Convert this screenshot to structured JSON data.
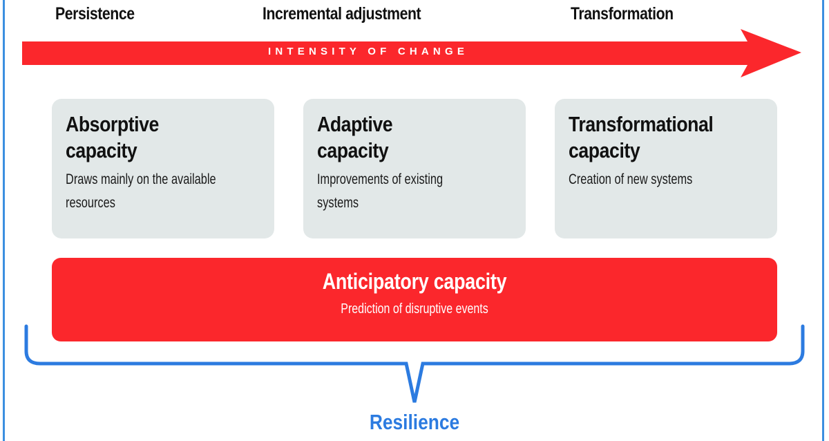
{
  "stages": [
    {
      "label": "Persistence"
    },
    {
      "label": "Incremental adjustment"
    },
    {
      "label": "Transformation"
    }
  ],
  "arrow": {
    "label": "INTENSITY OF CHANGE",
    "color": "#fb272c"
  },
  "capacities": [
    {
      "title_line1": "Absorptive",
      "title_line2": "capacity",
      "desc_line1": "Draws mainly on the available",
      "desc_line2": "resources"
    },
    {
      "title_line1": "Adaptive",
      "title_line2": "capacity",
      "desc_line1": "Improvements of existing",
      "desc_line2": "systems"
    },
    {
      "title_line1": "Transformational",
      "title_line2": "capacity",
      "desc_line1": "Creation of new systems",
      "desc_line2": ""
    }
  ],
  "anticipatory": {
    "title": "Anticipatory capacity",
    "desc": "Prediction of disruptive events",
    "color": "#fb272c"
  },
  "resilience": {
    "label": "Resilience",
    "color": "#2c7be0"
  },
  "colors": {
    "card_bg": "#e2e8e8",
    "frame": "#3b8fe0"
  }
}
